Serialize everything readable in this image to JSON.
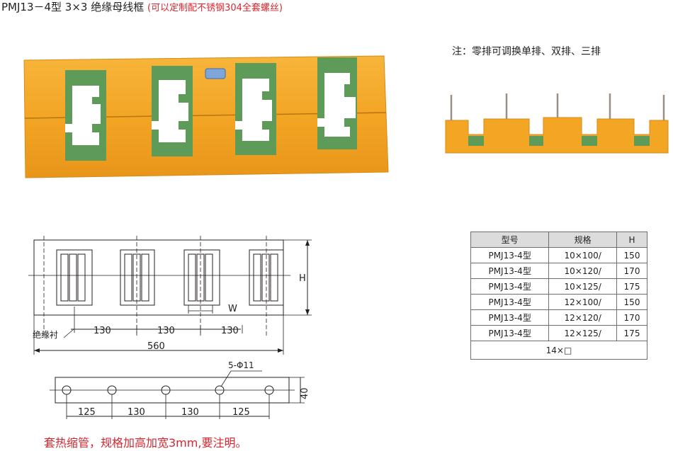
{
  "header": {
    "title_main": "PMJ13－4型 3×3  绝缘母线框",
    "title_note": "(可以定制配不锈钢304全套螺丝)"
  },
  "note": "注：零排可调换单排、双排、三排",
  "dimensions": {
    "top": {
      "h_label": "H",
      "w_label": "W",
      "pitch1": "130",
      "pitch2": "130",
      "pitch3": "130",
      "total": "560",
      "liner_label": "绝缘衬"
    },
    "bottom": {
      "hole_label": "5-Φ11",
      "height": "40",
      "d1": "125",
      "d2": "130",
      "d3": "130",
      "d4": "125"
    }
  },
  "spec_table": {
    "headers": [
      "型号",
      "规格",
      "H"
    ],
    "rows": [
      [
        "PMJ13-4型",
        "10×100/",
        "150"
      ],
      [
        "PMJ13-4型",
        "10×120/",
        "170"
      ],
      [
        "PMJ13-4型",
        "10×125/",
        "175"
      ],
      [
        "PMJ13-4型",
        "12×100/",
        "150"
      ],
      [
        "PMJ13-4型",
        "12×120/",
        "170"
      ],
      [
        "PMJ13-4型",
        "12×125/",
        "175"
      ]
    ],
    "footer": "14×□"
  },
  "footer_note": "套热缩管，规格加高加宽3mm,要注明。",
  "colors": {
    "insulator_orange": "#f5a623",
    "insulator_green": "#5f9b58",
    "accent_red": "#d7262e"
  }
}
